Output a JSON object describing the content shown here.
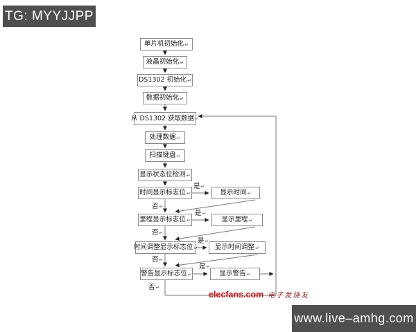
{
  "badges": {
    "top_left": "TG: MYYJJPP",
    "bottom_right": "www.live–amhg.com"
  },
  "watermark": {
    "brand": "elecfans.com",
    "suffix": "电子发烧友"
  },
  "marks": {
    "return": "↵"
  },
  "flowchart": {
    "steps": [
      {
        "label": "单片机初始化"
      },
      {
        "label": "液晶初始化"
      },
      {
        "label": "DS1302 初始化"
      },
      {
        "label": "数据初始化"
      },
      {
        "label": "从 DS1302 获取数据"
      },
      {
        "label": "处理数据"
      },
      {
        "label": "扫描键盘"
      },
      {
        "label": "显示状态位检测"
      },
      {
        "label": "时间显示标志位"
      },
      {
        "label": "里程显示标志位"
      },
      {
        "label": "时间调整显示标志位"
      },
      {
        "label": "警告显示标志位"
      }
    ],
    "actions": [
      {
        "label": "显示时间"
      },
      {
        "label": "显示里程"
      },
      {
        "label": "显示时间调整"
      },
      {
        "label": "显示警告"
      }
    ],
    "yes_label": "是",
    "no_label": "否"
  }
}
